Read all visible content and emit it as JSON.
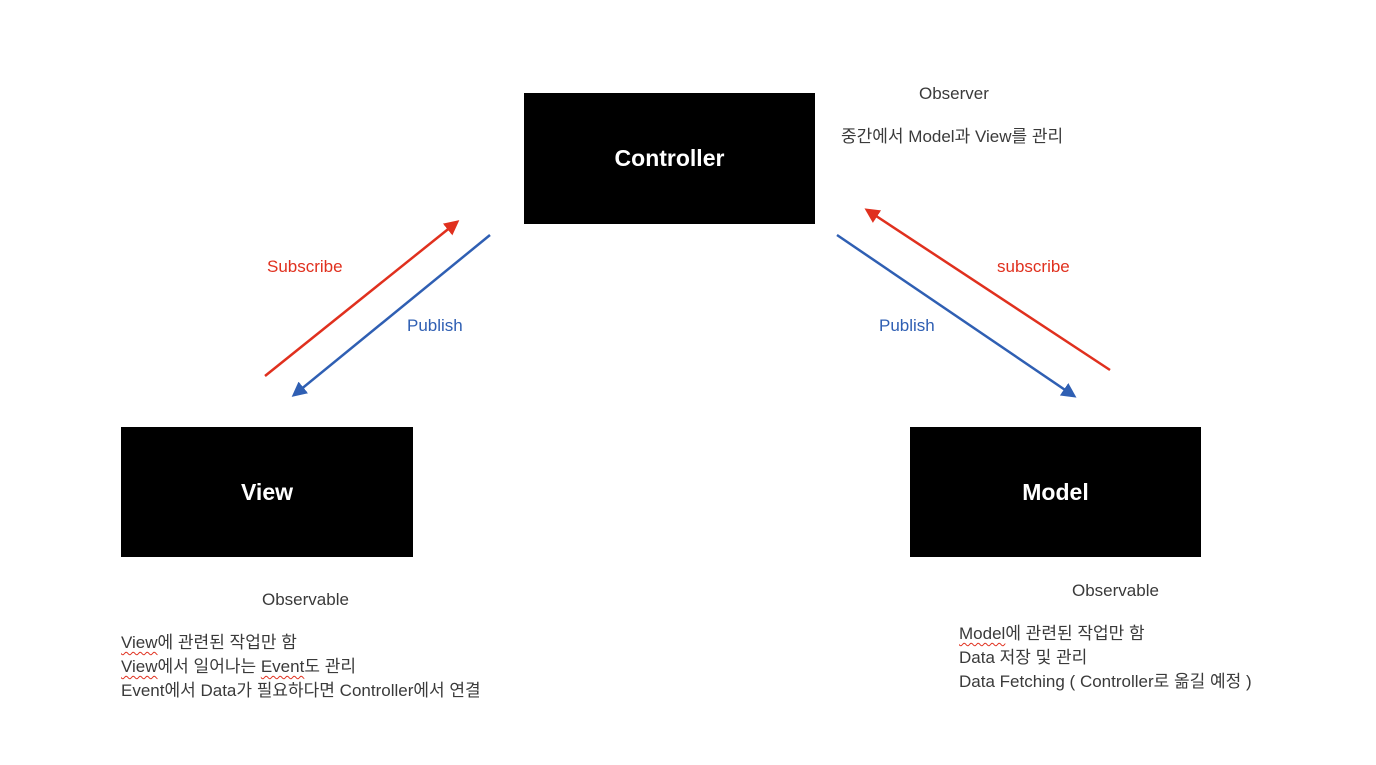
{
  "nodes": {
    "controller": {
      "label": "Controller",
      "role": "Observer",
      "description": "중간에서 Model과 View를 관리"
    },
    "view": {
      "label": "View",
      "role": "Observable",
      "details": {
        "line1_a": "View",
        "line1_b": "에 관련된 작업만 함",
        "line2_a": "View",
        "line2_b": "에서 일어나는 ",
        "line2_c": "Event",
        "line2_d": "도 관리",
        "line3": "Event에서 Data가 필요하다면 Controller에서 연결"
      }
    },
    "model": {
      "label": "Model",
      "role": "Observable",
      "details": {
        "line1_a": "Model",
        "line1_b": "에 관련된 작업만 함",
        "line2": "Data 저장 및 관리",
        "line3": "Data Fetching ( Controller로 옮길 예정 )"
      }
    }
  },
  "edges": {
    "view_subscribe": {
      "label": "Subscribe",
      "from": "View",
      "to": "Controller",
      "color": "#e0301e"
    },
    "view_publish": {
      "label": "Publish",
      "from": "Controller",
      "to": "View",
      "color": "#2f5fb3"
    },
    "model_publish": {
      "label": "Publish",
      "from": "Controller",
      "to": "Model",
      "color": "#2f5fb3"
    },
    "model_subscribe": {
      "label": "subscribe",
      "from": "Model",
      "to": "Controller",
      "color": "#e0301e"
    }
  },
  "colors": {
    "node_fill": "#000000",
    "node_text": "#ffffff",
    "subscribe": "#e0301e",
    "publish": "#2f5fb3",
    "annotation_text": "#3a3a3a"
  }
}
